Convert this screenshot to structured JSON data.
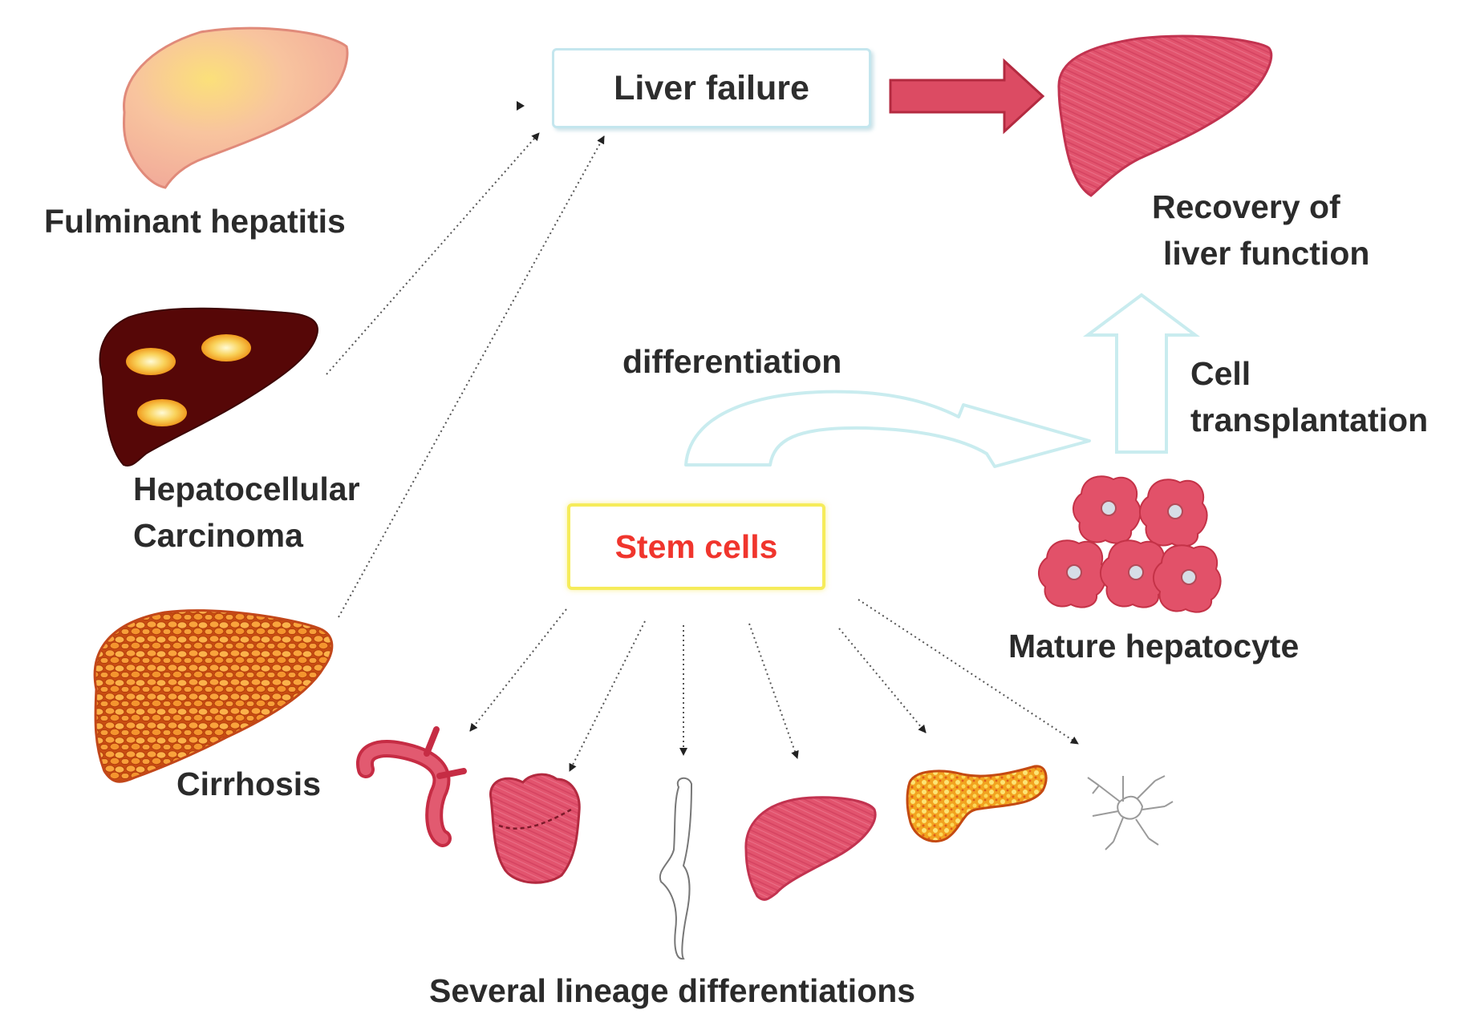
{
  "liver_failure": {
    "label": "Liver failure",
    "border_color": "#c4e6ee"
  },
  "stem_cells": {
    "label": "Stem cells",
    "text_color": "#f0352d",
    "border_color": "#f6ec5a"
  },
  "conditions": [
    {
      "id": "fulminant",
      "label": "Fulminant hepatitis",
      "icon": "fulminant-hepatitis-liver-icon"
    },
    {
      "id": "hcc",
      "label_line1": "Hepatocellular",
      "label_line2": "Carcinoma",
      "icon": "hcc-liver-icon"
    },
    {
      "id": "cirrhosis",
      "label": "Cirrhosis",
      "icon": "cirrhotic-liver-icon"
    }
  ],
  "recovery": {
    "line1": "Recovery of",
    "line2": "liver function",
    "icon": "healthy-liver-icon"
  },
  "differentiation": {
    "label": "differentiation"
  },
  "cell_transplantation": {
    "line1": "Cell",
    "line2": "transplantation"
  },
  "mature_hepatocyte": {
    "label": "Mature hepatocyte",
    "icon": "hepatocyte-cluster-icon"
  },
  "lineages": {
    "label": "Several lineage differentiations",
    "icons": [
      "blood-vessel-icon",
      "heart-icon",
      "bone-icon",
      "liver-icon",
      "pancreas-icon",
      "neuron-icon"
    ]
  },
  "colors": {
    "liver_red": "#e0506b",
    "arrow_red": "#d93a4a",
    "hollow_arrow": "#cdeef0",
    "hcc_dark": "#5c0808",
    "cirrhosis_orange": "#e8741d",
    "fulminant_peach": "#f4b49b"
  }
}
